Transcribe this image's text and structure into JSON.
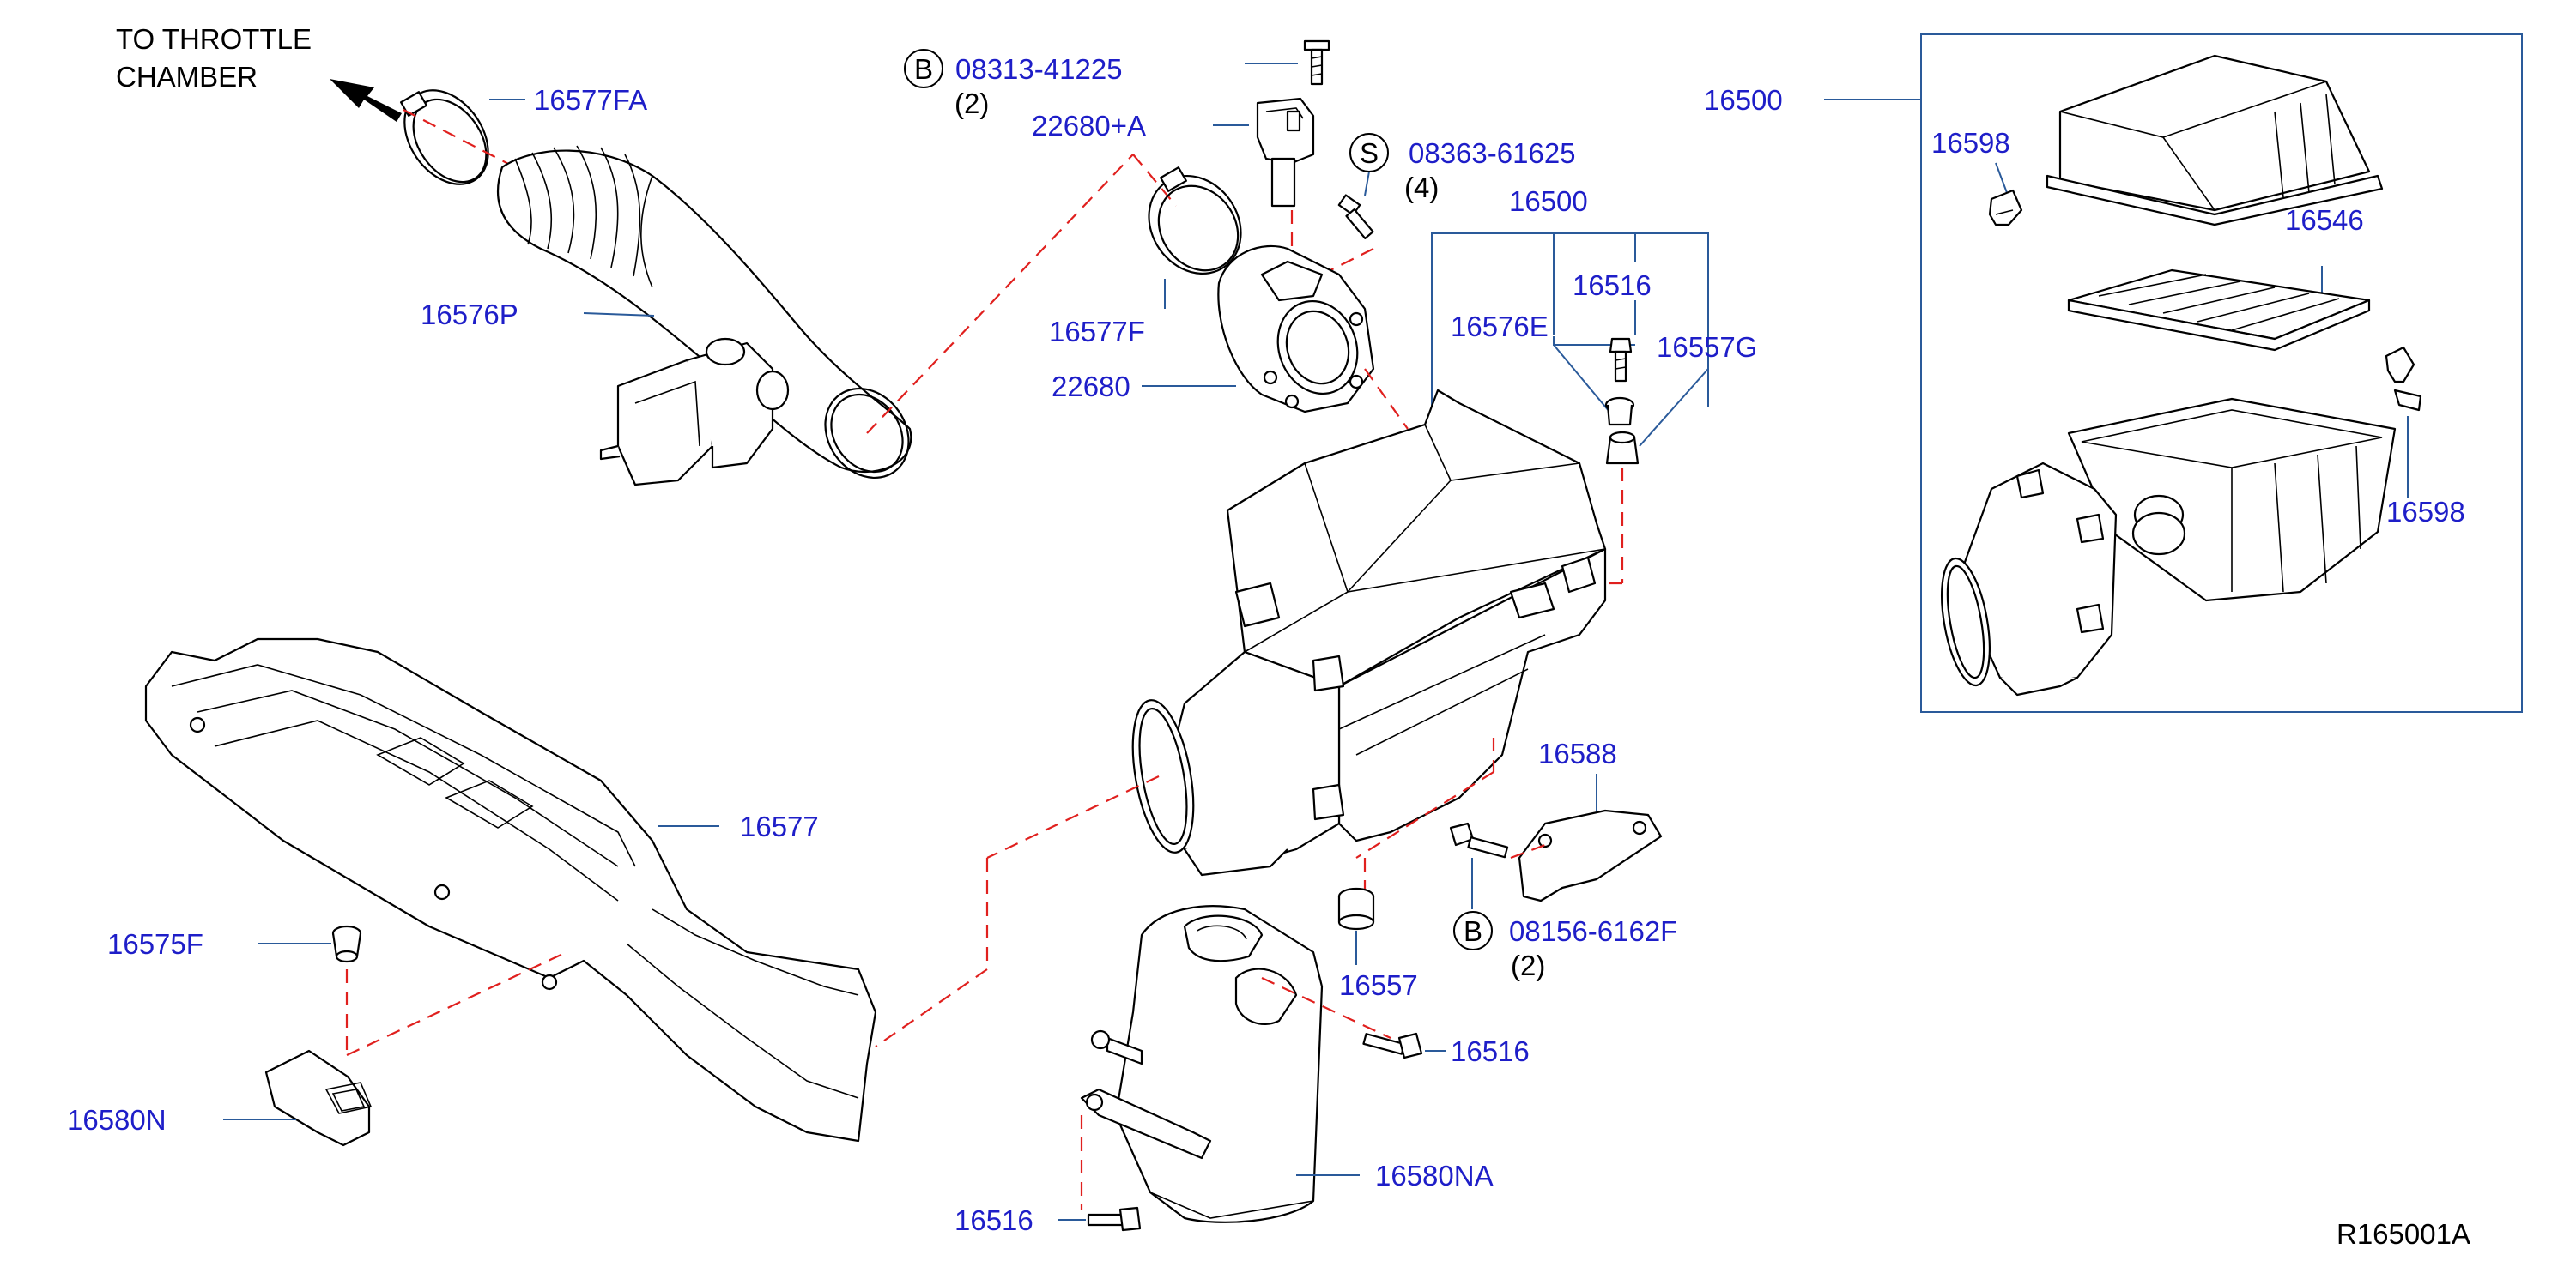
{
  "notes": {
    "throttle": "TO  THROTTLE",
    "chamber": "CHAMBER",
    "drawing_code": "R165001A"
  },
  "labels": {
    "p16577FA": "16577FA",
    "p16576P": "16576P",
    "bolt_b_top": "08313-41225",
    "bolt_b_top_qty": "(2)",
    "p22680A": "22680+A",
    "bolt_s": "08363-61625",
    "bolt_s_qty": "(4)",
    "p16577F": "16577F",
    "p22680": "22680",
    "p16500_center": "16500",
    "p16516_top": "16516",
    "p16576E": "16576E",
    "p16557G": "16557G",
    "p16500_inset": "16500",
    "p16598_top": "16598",
    "p16546": "16546",
    "p16598_bottom": "16598",
    "p16577": "16577",
    "p16575F": "16575F",
    "p16580N": "16580N",
    "p16588": "16588",
    "bolt_b_bottom": "08156-6162F",
    "bolt_b_bottom_qty": "(2)",
    "p16557": "16557",
    "p16516_mid": "16516",
    "p16580NA": "16580NA",
    "p16516_bottom": "16516"
  },
  "markers": {
    "b1": "B",
    "s": "S",
    "b2": "B"
  }
}
